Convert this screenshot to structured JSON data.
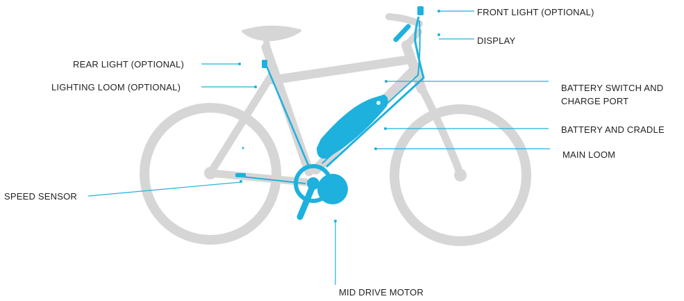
{
  "colors": {
    "frame": "#d6d6d6",
    "accent": "#1eb1de",
    "text": "#1f1f1f"
  },
  "callouts": [
    {
      "id": "front-light",
      "lines": [
        "FRONT LIGHT (OPTIONAL)"
      ]
    },
    {
      "id": "display",
      "lines": [
        "DISPLAY"
      ]
    },
    {
      "id": "rear-light",
      "lines": [
        "REAR LIGHT (OPTIONAL)"
      ]
    },
    {
      "id": "lighting-loom",
      "lines": [
        "LIGHTING LOOM  (OPTIONAL)"
      ]
    },
    {
      "id": "battery-switch",
      "lines": [
        "BATTERY SWITCH AND",
        "CHARGE PORT"
      ]
    },
    {
      "id": "battery-cradle",
      "lines": [
        "BATTERY AND CRADLE"
      ]
    },
    {
      "id": "main-loom",
      "lines": [
        "MAIN LOOM"
      ]
    },
    {
      "id": "speed-sensor",
      "lines": [
        "SPEED SENSOR"
      ]
    },
    {
      "id": "mid-drive-motor",
      "lines": [
        "MID DRIVE MOTOR"
      ]
    }
  ]
}
